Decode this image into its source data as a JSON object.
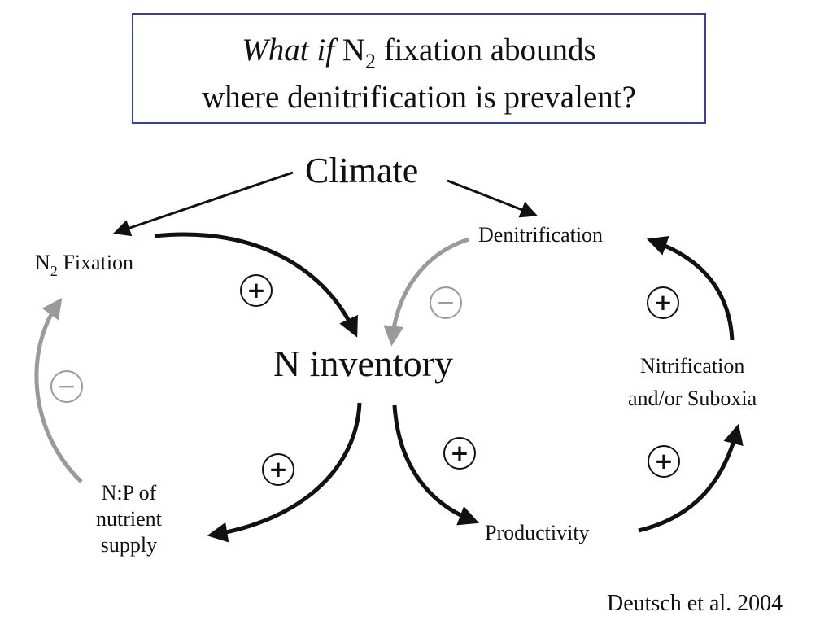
{
  "title": {
    "line1_italic": "What if",
    "line1_n": "N",
    "line1_sub": "2",
    "line1_rest": "fixation abounds",
    "line2": "where denitrification is prevalent?"
  },
  "nodes": {
    "climate": "Climate",
    "n2_fixation_n": "N",
    "n2_fixation_sub": "2",
    "n2_fixation_rest": "Fixation",
    "denitrification": "Denitrification",
    "n_inventory": "N inventory",
    "nitrification_line1": "Nitrification",
    "nitrification_line2": "and/or Suboxia",
    "np_line1": "N:P of",
    "np_line2": "nutrient",
    "np_line3": "supply",
    "productivity": "Productivity"
  },
  "signs": {
    "fixation_to_inventory": "+",
    "denitrification_to_inventory": "−",
    "np_to_fixation": "−",
    "nitrification_to_denitrification": "+",
    "inventory_to_np": "+",
    "inventory_to_productivity": "+",
    "productivity_to_nitrification": "+"
  },
  "colors": {
    "positive_arrow": "#111111",
    "negative_arrow": "#9a9a9a",
    "title_border": "#3a3f94"
  },
  "citation": "Deutsch et al. 2004"
}
